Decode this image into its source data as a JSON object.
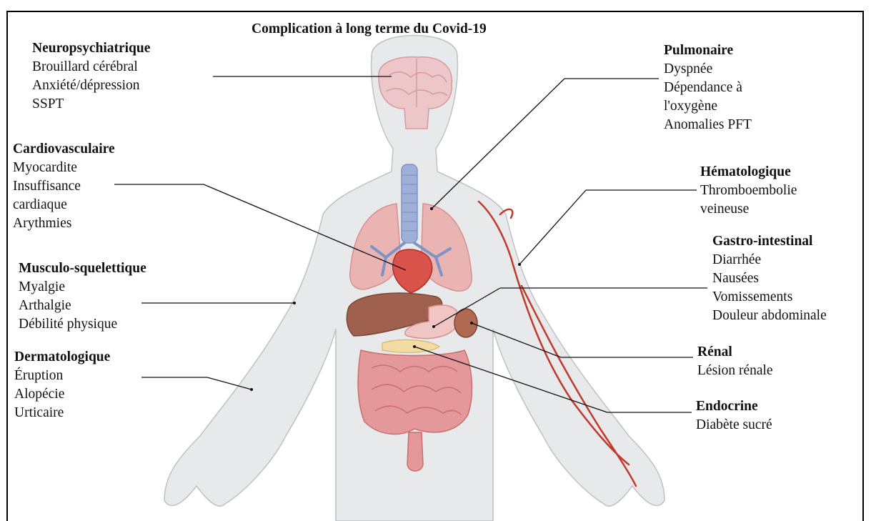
{
  "title": "Complication à long terme du Covid-19",
  "colors": {
    "body": "#e8e9ea",
    "body_outline": "#bfc1c4",
    "organ_pink": "#e9a7a5",
    "lung": "#eab4b3",
    "airway": "#7f93c6",
    "heart": "#d9534a",
    "liver": "#a0604e",
    "intestine": "#e5989a",
    "vessel": "#c0392b",
    "text": "#111111"
  },
  "categories": {
    "neuro": {
      "title": "Neuropsychiatrique",
      "items": [
        "Brouillard cérébral",
        "Anxiété/dépression",
        "SSPT"
      ]
    },
    "cardio": {
      "title": "Cardiovasculaire",
      "items": [
        "Myocardite",
        "Insuffisance",
        "cardiaque",
        "Arythmies"
      ]
    },
    "musculo": {
      "title": "Musculo-squelettique",
      "items": [
        "Myalgie",
        "Arthalgie",
        "Débilité physique"
      ]
    },
    "dermato": {
      "title": "Dermatologique",
      "items": [
        "Éruption",
        "Alopécie",
        "Urticaire"
      ]
    },
    "pulmo": {
      "title": "Pulmonaire",
      "items": [
        "Dyspnée",
        "Dépendance à",
        "l'oxygène",
        "Anomalies PFT"
      ]
    },
    "hemato": {
      "title": "Hématologique",
      "items": [
        "Thromboembolie",
        "veineuse"
      ]
    },
    "gastro": {
      "title": "Gastro-intestinal",
      "items": [
        "Diarrhée",
        "Nausées",
        "Vomissements",
        "Douleur abdominale"
      ]
    },
    "renal": {
      "title": "Rénal",
      "items": [
        "Lésion rénale"
      ]
    },
    "endo": {
      "title": "Endocrine",
      "items": [
        "Diabète sucré"
      ]
    }
  }
}
